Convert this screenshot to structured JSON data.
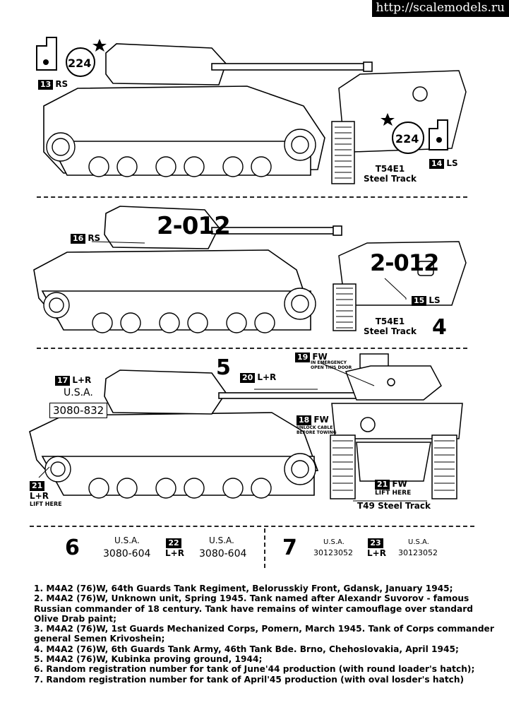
{
  "watermark": "http://scalemodels.ru",
  "section1": {
    "decal_13": {
      "num": "13",
      "text": "RS"
    },
    "decal_14": {
      "num": "14",
      "text": "LS"
    },
    "number": "224",
    "track": "T54E1\nSteel Track"
  },
  "section2": {
    "decal_16": {
      "num": "16",
      "text": "RS"
    },
    "decal_15": {
      "num": "15",
      "text": "LS"
    },
    "serial": "2-012",
    "track": "T54E1\nSteel Track",
    "variant": "4"
  },
  "section3": {
    "variant": "5",
    "decal_17": {
      "num": "17",
      "text": "L+R"
    },
    "usa": "U.S.A.",
    "reg": "3080-832",
    "decal_19": {
      "num": "19",
      "text": "FW",
      "note": "IN EMERGENCY\nOPEN THIS DOOR"
    },
    "decal_20": {
      "num": "20",
      "text": "L+R"
    },
    "decal_18": {
      "num": "18",
      "text": "FW",
      "note": "UNLOCK CABLE\nBEFORE TOWING"
    },
    "decal_21_left": {
      "num": "21",
      "text": "L+R",
      "note": "LIFT HERE"
    },
    "decal_21_front": {
      "num": "21",
      "text": "FW",
      "note": "LIFT HERE"
    },
    "track": "T49 Steel Track"
  },
  "bottom": {
    "v6": "6",
    "v6_usa1": "U.S.A.",
    "v6_reg1": "3080-604",
    "decal_22": {
      "num": "22",
      "text": "L+R"
    },
    "v6_usa2": "U.S.A.",
    "v6_reg2": "3080-604",
    "v7": "7",
    "v7_usa1": "U.S.A.",
    "v7_reg1": "30123052",
    "decal_23": {
      "num": "23",
      "text": "L+R"
    },
    "v7_usa2": "U.S.A.",
    "v7_reg2": "30123052"
  },
  "notes": [
    "1. M4A2 (76)W, 64th Guards Tank Regiment, Belorusskiy Front, Gdansk, January 1945;",
    "2. M4A2 (76)W, Unknown unit, Spring 1945. Tank named after Alexandr Suvorov - famous Russian commander of 18 century. Tank have remains of winter camouflage over standard Olive Drab paint;",
    "3. M4A2 (76)W, 1st Guards Mechanized Corps, Pomern, March 1945. Tank of Corps commander general Semen Krivoshein;",
    "4. M4A2 (76)W, 6th Guards Tank Army, 46th Tank Bde. Brno, Chehoslovakia, April 1945;",
    "5. M4A2 (76)W, Kubinka proving ground, 1944;",
    "6. Random registration number for tank of June'44 production (with round loader's hatch);",
    "7. Random registration number for tank of April'45 production (with oval losder's hatch)"
  ]
}
